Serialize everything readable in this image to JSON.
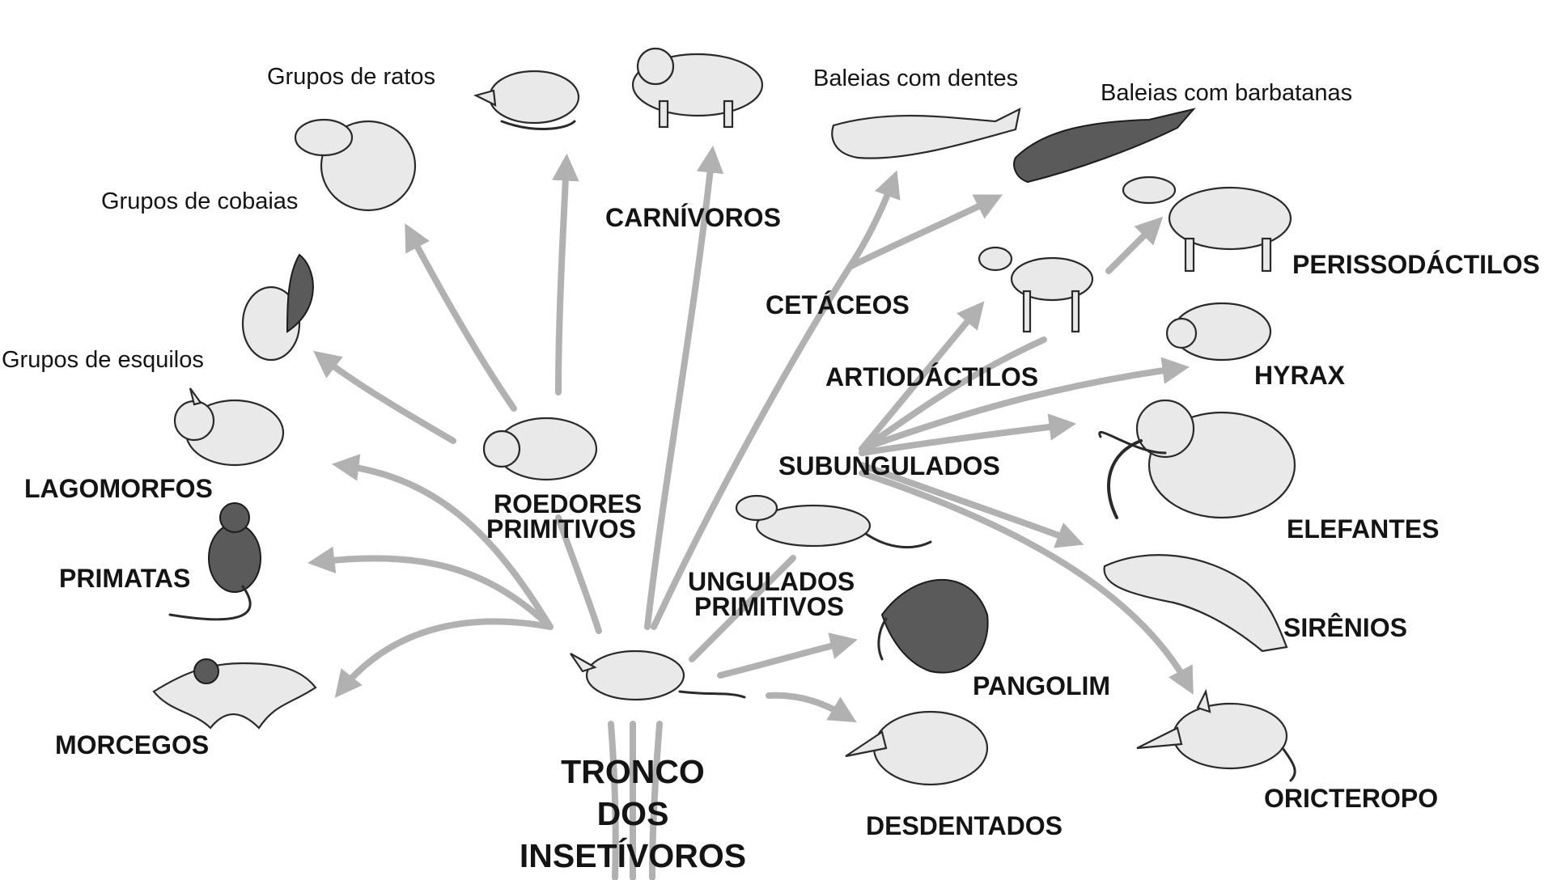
{
  "diagram": {
    "root": {
      "lines": [
        "TRONCO",
        "DOS",
        "INSETÍVOROS"
      ]
    },
    "labels": {
      "grupos_de_ratos": "Grupos de ratos",
      "grupos_de_cobaias": "Grupos de cobaias",
      "grupos_de_esquilos": "Grupos de esquilos",
      "carnivoros": "CARNÍVOROS",
      "baleias_com_dentes": "Baleias com dentes",
      "baleias_com_barbatanas": "Baleias com barbatanas",
      "cetaceos": "CETÁCEOS",
      "perissodactilos": "PERISSODÁCTILOS",
      "artiodactilos": "ARTIODÁCTILOS",
      "hyrax": "HYRAX",
      "subungulados": "SUBUNGULADOS",
      "elefantes": "ELEFANTES",
      "lagomorfos": "LAGOMORFOS",
      "roedores_primitivos_1": "ROEDORES",
      "roedores_primitivos_2": "PRIMITIVOS",
      "primatas": "PRIMATAS",
      "ungulados_primitivos_1": "UNGULADOS",
      "ungulados_primitivos_2": "PRIMITIVOS",
      "sirenios": "SIRÊNIOS",
      "pangolim": "PANGOLIM",
      "morcegos": "MORCEGOS",
      "oricteropo": "ORICTEROPO",
      "desdentados": "DESDENTADOS"
    },
    "colors": {
      "arrow": "#b1b1b1",
      "text": "#141414",
      "background": "#ffffff"
    }
  }
}
